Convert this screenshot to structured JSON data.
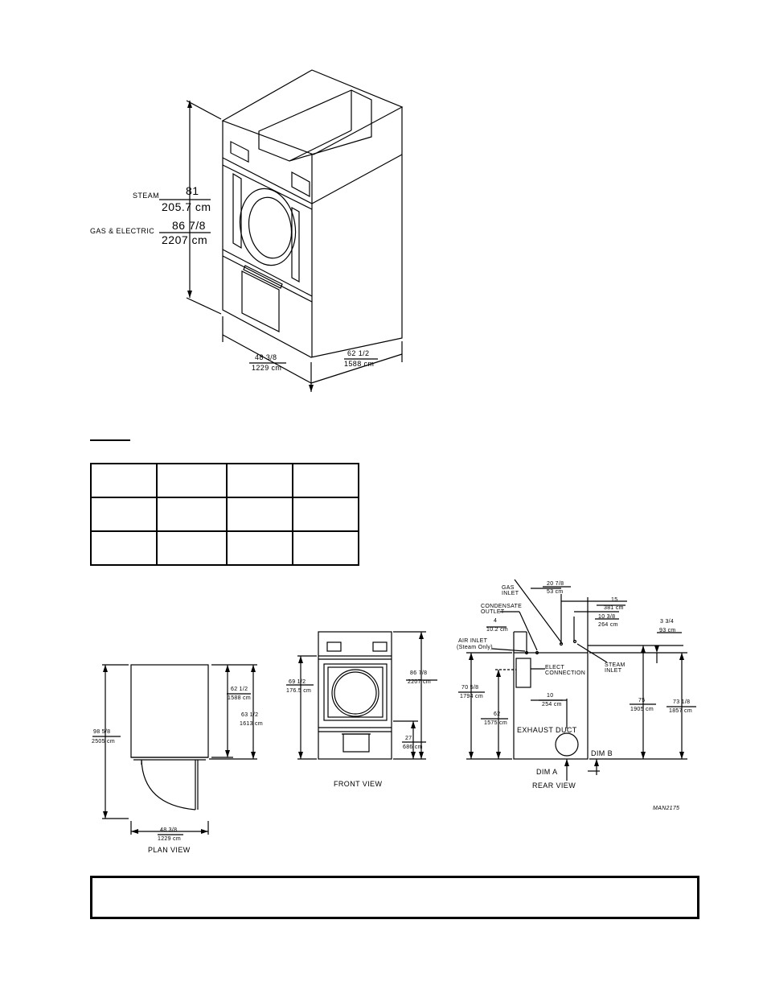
{
  "iso": {
    "steam_label": "STEAM",
    "steam_in": "81",
    "steam_cm": "205.7 cm",
    "gas_label": "GAS & ELECTRIC",
    "gas_in": "86 7/8",
    "gas_cm": "2207 cm",
    "width_in": "48 3/8",
    "width_cm": "1229 cm",
    "depth_in": "62 1/2",
    "depth_cm": "1588 cm"
  },
  "table": {
    "rows": [
      [
        "",
        "",
        "",
        ""
      ],
      [
        "",
        "",
        "",
        ""
      ],
      [
        "",
        "",
        "",
        ""
      ]
    ]
  },
  "plan": {
    "dim_total_in": "98 5/8",
    "dim_total_cm": "2505 cm",
    "dim_depth_in": "62 1/2",
    "dim_depth_cm": "1588 cm",
    "dim_depth2_in": "63 1/2",
    "dim_depth2_cm": "1613 cm",
    "dim_width_in": "48 3/8",
    "dim_width_cm": "1229 cm",
    "caption": "PLAN VIEW"
  },
  "front": {
    "dim_height_in": "69 1/2",
    "dim_height_cm": "176.5 cm",
    "dim_overall_in": "86 7/8",
    "dim_overall_cm": "2207 cm",
    "dim_door_in": "27",
    "dim_door_cm": "686 cm",
    "caption": "FRONT VIEW"
  },
  "rear": {
    "gas_inlet": "GAS INLET",
    "condensate_outlet": "CONDENSATE OUTLET",
    "air_inlet": "AIR INLET",
    "air_inlet_note": "(Steam Only)",
    "elect_connection": "ELECT CONNECTION",
    "steam_inlet": "STEAM INLET",
    "exhaust_duct": "EXHAUST DUCT",
    "dim_a": "DIM A",
    "dim_b": "DIM B",
    "d1_in": "20 7/8",
    "d1_cm": "53 cm",
    "d2_in": "15",
    "d2_cm": "381 cm",
    "d3_in": "10 3/8",
    "d3_cm": "264 cm",
    "d4_in": "3 3/4",
    "d4_cm": "93 cm",
    "d5_in": "4",
    "d5_cm": "10.2 cm",
    "d6_in": "70 5/8",
    "d6_cm": "1794 cm",
    "d7_in": "62",
    "d7_cm": "1575 cm",
    "d8_in": "10",
    "d8_cm": "254 cm",
    "d9_in": "75",
    "d9_cm": "1905 cm",
    "d10_in": "73 1/8",
    "d10_cm": "1857 cm",
    "caption": "REAR VIEW",
    "drawing_no": "MAN2175"
  },
  "note": {
    "text": ""
  }
}
